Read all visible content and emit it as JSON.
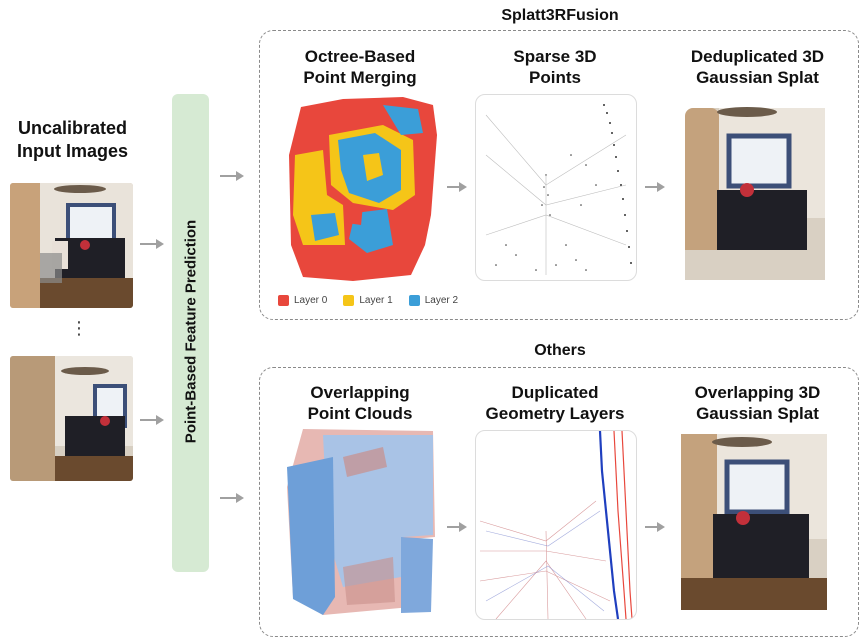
{
  "inputs": {
    "title": "Uncalibrated\nInput Images",
    "ellipsis": "⋮"
  },
  "feature": {
    "label": "Point-Based Feature Prediction",
    "color": "#d6ead3"
  },
  "splatt3r": {
    "section_title": "Splatt3RFusion",
    "col1_title": "Octree-Based\nPoint Merging",
    "col2_title": "Sparse 3D\nPoints",
    "col3_title": "Deduplicated 3D\nGaussian Splat",
    "legend": [
      {
        "label": "Layer 0",
        "color": "#e8473c"
      },
      {
        "label": "Layer 1",
        "color": "#f5c518"
      },
      {
        "label": "Layer 2",
        "color": "#3b9ed8"
      }
    ]
  },
  "others": {
    "section_title": "Others",
    "col1_title": "Overlapping\nPoint Clouds",
    "col2_title": "Duplicated\nGeometry Layers",
    "col3_title": "Overlapping 3D\nGaussian Splat"
  },
  "colors": {
    "arrow": "#a0a0a0",
    "box_border": "#8a8a8a"
  }
}
